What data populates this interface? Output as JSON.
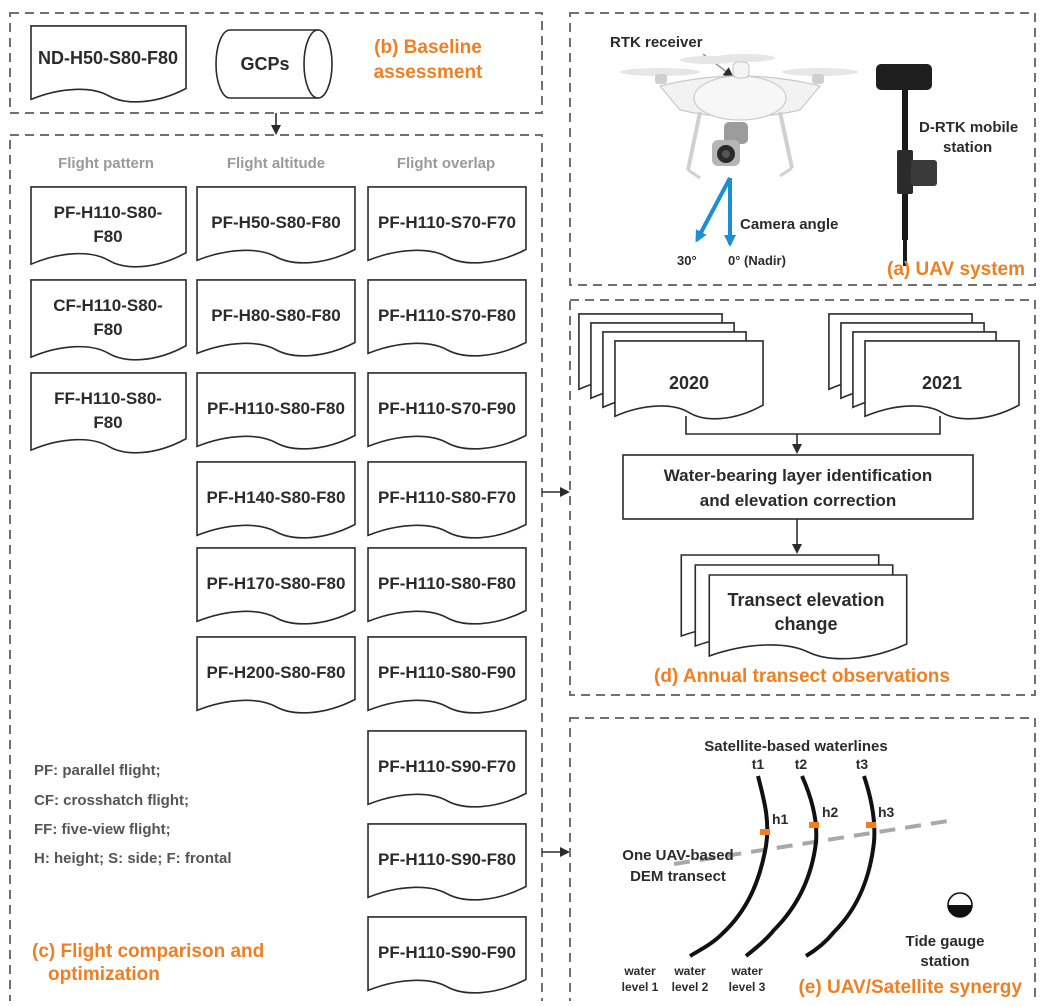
{
  "colors": {
    "accent": "#f07f22",
    "header_gray": "#9a9a9a",
    "line": "#2b2b2b",
    "arrow_blue": "#1a8fd1"
  },
  "baseline": {
    "doc_label": "ND-H50-S80-F80",
    "gcps_label": "GCPs",
    "title_line1": "(b) Baseline",
    "title_line2": "assessment"
  },
  "flight": {
    "headers": [
      "Flight pattern",
      "Flight altitude",
      "Flight overlap"
    ],
    "pattern": [
      [
        "PF-H110-S80-",
        "F80"
      ],
      [
        "CF-H110-S80-",
        "F80"
      ],
      [
        "FF-H110-S80-",
        "F80"
      ]
    ],
    "altitude": [
      "PF-H50-S80-F80",
      "PF-H80-S80-F80",
      "PF-H110-S80-F80",
      "PF-H140-S80-F80",
      "PF-H170-S80-F80",
      "PF-H200-S80-F80"
    ],
    "overlap": [
      "PF-H110-S70-F70",
      "PF-H110-S70-F80",
      "PF-H110-S70-F90",
      "PF-H110-S80-F70",
      "PF-H110-S80-F80",
      "PF-H110-S80-F90",
      "PF-H110-S90-F70",
      "PF-H110-S90-F80",
      "PF-H110-S90-F90"
    ],
    "legend": [
      "PF: parallel flight;",
      "CF: crosshatch flight;",
      "FF: five-view flight;",
      "H: height; S: side; F: frontal"
    ],
    "title_line1": "(c) Flight comparison and",
    "title_line2": "optimization"
  },
  "uav": {
    "rtk_receiver": "RTK receiver",
    "drtk_line1": "D-RTK mobile",
    "drtk_line2": "station",
    "camera_angle": "Camera angle",
    "angle_30": "30°",
    "angle_0": "0° (Nadir)",
    "title": "(a) UAV system"
  },
  "annual": {
    "year_a": "2020",
    "year_b": "2021",
    "process_line1": "Water-bearing layer identification",
    "process_line2": "and elevation correction",
    "result_line1": "Transect elevation",
    "result_line2": "change",
    "title": "(d) Annual transect observations"
  },
  "synergy": {
    "waterlines": "Satellite-based waterlines",
    "t": [
      "t1",
      "t2",
      "t3"
    ],
    "h": [
      "h1",
      "h2",
      "h3"
    ],
    "transect_line1": "One UAV-based",
    "transect_line2": "DEM transect",
    "tide_line1": "Tide gauge",
    "tide_line2": "station",
    "levels": [
      [
        "water",
        "level 1"
      ],
      [
        "water",
        "level 2"
      ],
      [
        "water",
        "level 3"
      ]
    ],
    "title": "(e) UAV/Satellite synergy"
  }
}
